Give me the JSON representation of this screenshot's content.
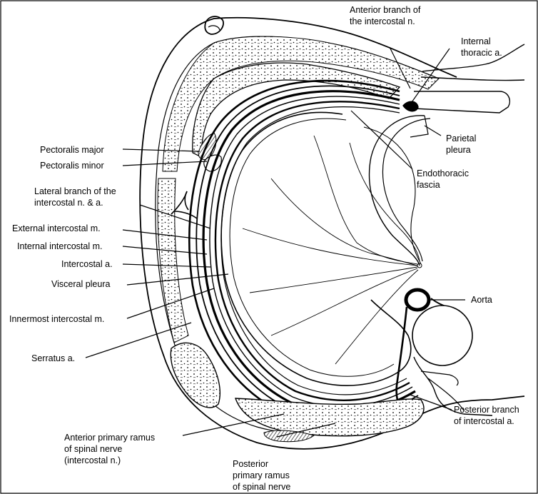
{
  "labels": {
    "anterior_branch": [
      "Anterior branch of",
      "the intercostal n."
    ],
    "internal_thoracic": [
      "Internal",
      "thoracic a."
    ],
    "parietal_pleura": [
      "Parietal",
      "pleura"
    ],
    "endothoracic_fascia": [
      "Endothoracic",
      "fascia"
    ],
    "pectoralis_major": "Pectoralis major",
    "pectoralis_minor": "Pectoralis minor",
    "lateral_branch": [
      "Lateral branch of the",
      "intercostal n. & a."
    ],
    "external_intercostal": "External intercostal m.",
    "internal_intercostal": "Internal intercostal m.",
    "intercostal_a": "Intercostal a.",
    "visceral_pleura": "Visceral pleura",
    "innermost_intercostal": "Innermost intercostal m.",
    "serratus": "Serratus a.",
    "aorta": "Aorta",
    "posterior_branch": [
      "Posterior branch",
      "of intercostal a."
    ],
    "anterior_primary_ramus": [
      "Anterior primary ramus",
      "of spinal nerve",
      "(intercostal n.)"
    ],
    "posterior_primary_ramus": [
      "Posterior",
      "primary ramus",
      "of spinal nerve"
    ]
  }
}
